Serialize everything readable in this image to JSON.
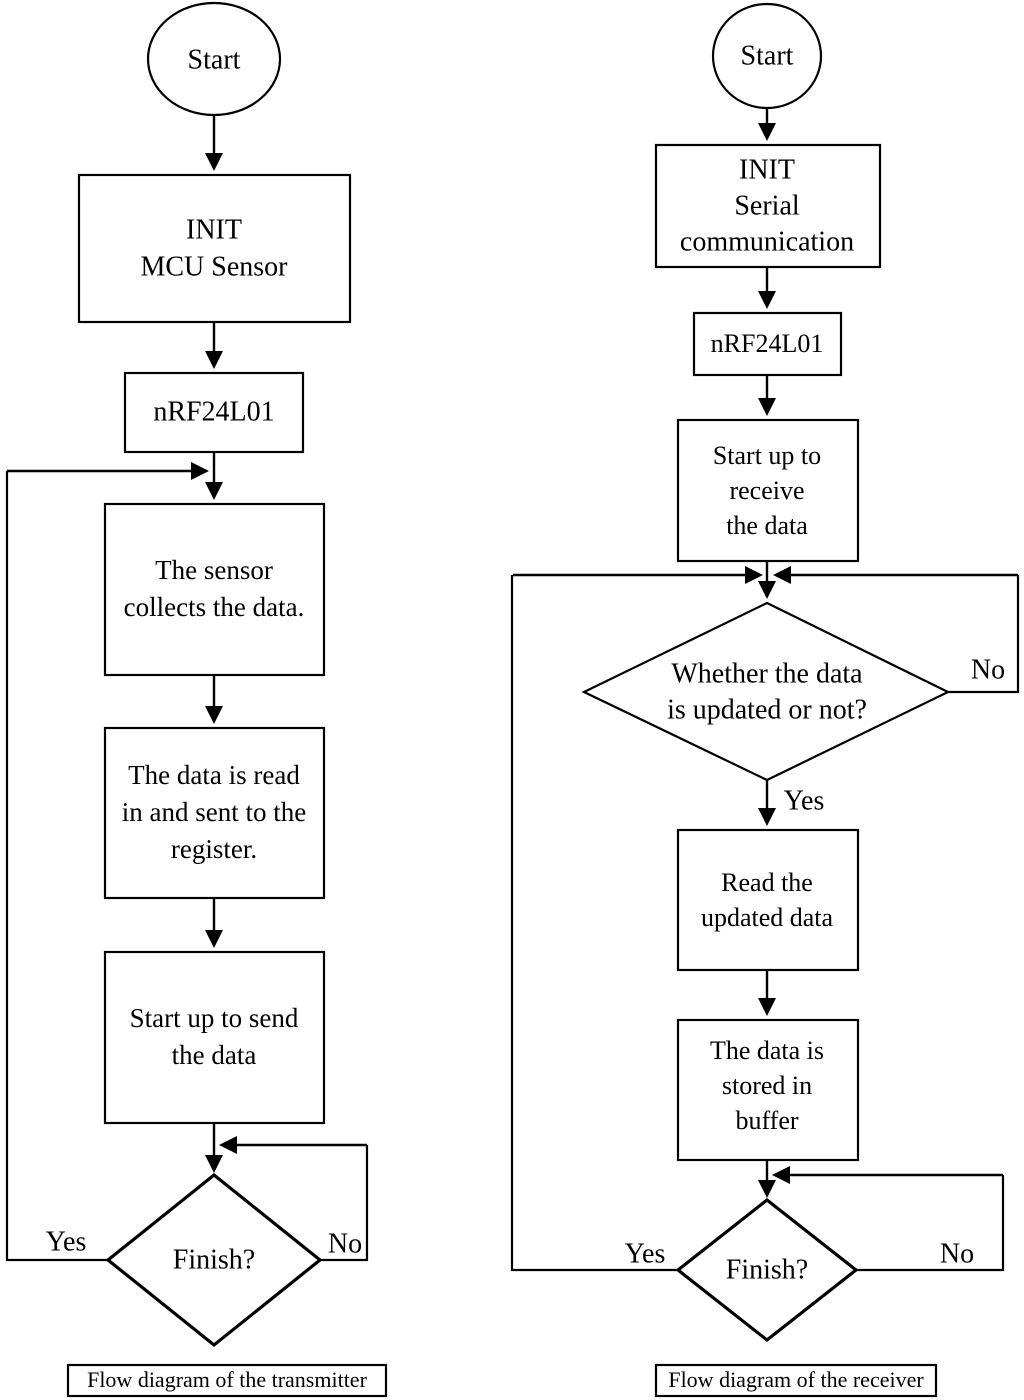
{
  "figure": {
    "type": "flowchart",
    "panels": [
      {
        "id": "transmitter",
        "caption": "Flow diagram of the transmitter",
        "nodes": [
          {
            "id": "tx-start",
            "shape": "terminator",
            "text": "Start"
          },
          {
            "id": "tx-init",
            "shape": "process",
            "line1": "INIT",
            "line2": "MCU Sensor"
          },
          {
            "id": "tx-nrf",
            "shape": "process",
            "text": "nRF24L01"
          },
          {
            "id": "tx-collect",
            "shape": "process",
            "line1": "The sensor",
            "line2": "collects the data."
          },
          {
            "id": "tx-read",
            "shape": "process",
            "line1": "The data is read",
            "line2": "in and sent to the",
            "line3": "register."
          },
          {
            "id": "tx-send",
            "shape": "process",
            "line1": "Start up to send",
            "line2": "the data"
          },
          {
            "id": "tx-finish",
            "shape": "decision",
            "text": "Finish?"
          }
        ],
        "edge_labels": {
          "yes": "Yes",
          "no": "No"
        }
      },
      {
        "id": "receiver",
        "caption": "Flow diagram of the receiver",
        "nodes": [
          {
            "id": "rx-start",
            "shape": "terminator",
            "text": "Start"
          },
          {
            "id": "rx-init",
            "shape": "process",
            "line1": "INIT",
            "line2": "Serial",
            "line3": "communication"
          },
          {
            "id": "rx-nrf",
            "shape": "process",
            "text": "nRF24L01"
          },
          {
            "id": "rx-receive",
            "shape": "process",
            "line1": "Start up to",
            "line2": "receive",
            "line3": "the data"
          },
          {
            "id": "rx-updated",
            "shape": "decision",
            "line1": "Whether the data",
            "line2": "is updated or not?"
          },
          {
            "id": "rx-readnew",
            "shape": "process",
            "line1": "Read the",
            "line2": "updated data"
          },
          {
            "id": "rx-buffer",
            "shape": "process",
            "line1": "The data is",
            "line2": "stored in",
            "line3": "buffer"
          },
          {
            "id": "rx-finish",
            "shape": "decision",
            "text": "Finish?"
          }
        ],
        "edge_labels": {
          "yes": "Yes",
          "no": "No",
          "updated_yes": "Yes",
          "updated_no": "No"
        }
      }
    ],
    "colors": {
      "stroke": "#000000",
      "fill": "#ffffff",
      "text": "#000000"
    }
  }
}
